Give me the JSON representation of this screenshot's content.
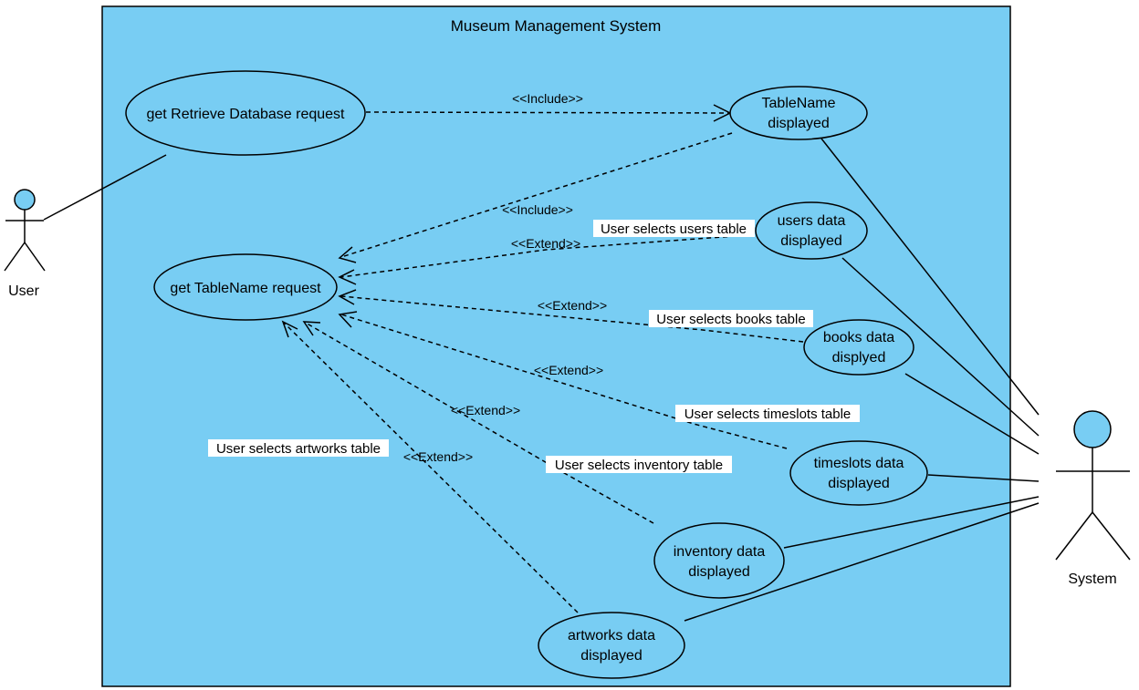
{
  "system_boundary": {
    "title": "Museum Management System",
    "fill_color": "#78cdf3"
  },
  "actors": {
    "user": {
      "name": "User"
    },
    "system": {
      "name": "System"
    }
  },
  "use_cases": {
    "get_retrieve_db": {
      "lines": [
        "get Retrieve Database request"
      ]
    },
    "tablename_displayed": {
      "lines": [
        "TableName",
        "displayed"
      ]
    },
    "get_tablename": {
      "lines": [
        "get TableName request"
      ]
    },
    "users_data": {
      "lines": [
        "users data",
        "displayed"
      ]
    },
    "books_data": {
      "lines": [
        "books data",
        "displyed"
      ]
    },
    "timeslots_data": {
      "lines": [
        "timeslots data",
        "displayed"
      ]
    },
    "inventory_data": {
      "lines": [
        "inventory data",
        "displayed"
      ]
    },
    "artworks_data": {
      "lines": [
        "artworks data",
        "displayed"
      ]
    }
  },
  "stereotypes": {
    "include_1": "<<Include>>",
    "include_2": "<<Include>>",
    "extend_users": "<<Extend>>",
    "extend_books": "<<Extend>>",
    "extend_timeslots": "<<Extend>>",
    "extend_inventory": "<<Extend>>",
    "extend_artworks": "<<Extend>>"
  },
  "conditions": {
    "users": "User selects users table",
    "books": "User selects books table",
    "timeslots": "User selects timeslots table",
    "inventory": "User selects inventory table",
    "artworks": "User selects artworks table"
  }
}
